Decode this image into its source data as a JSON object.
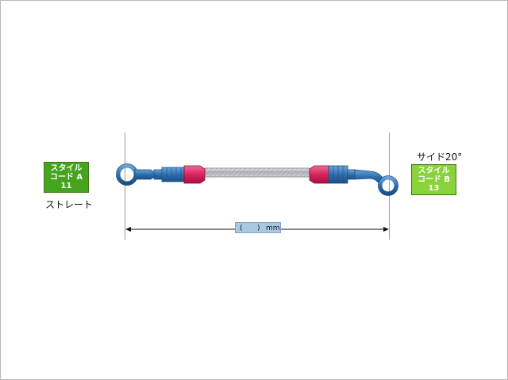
{
  "fitting_a": {
    "line1": "スタイル",
    "line2": "コード A",
    "line3": "11",
    "caption": "ストレート"
  },
  "fitting_b": {
    "line1": "スタイル",
    "line2": "コード B",
    "line3": "13",
    "caption": "サイド20°"
  },
  "dimension": {
    "open": "(",
    "close": ")",
    "unit": "mm"
  },
  "colors": {
    "box_a": "#45a31e",
    "box_b": "#8ad23c",
    "fitting_blue": "#2f6fae",
    "collar_red": "#d8245a",
    "hose_gray": "#b4b7bc",
    "dim_label": "#a9c8e2"
  }
}
